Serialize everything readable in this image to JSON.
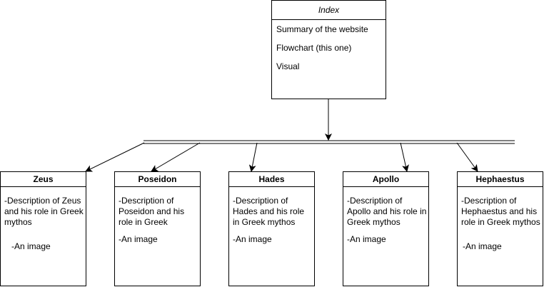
{
  "index": {
    "title": "Index",
    "items": [
      "Summary of the website",
      "Flowchart (this one)",
      "Visual"
    ]
  },
  "cards": [
    {
      "title": "Zeus",
      "description": "-Description of Zeus and his role in Greek mythos",
      "image": "-An image"
    },
    {
      "title": "Poseidon",
      "description": "-Description of Poseidon and his role in Greek",
      "image": "-An image"
    },
    {
      "title": "Hades",
      "description": "-Description of Hades and his role in Greek mythos",
      "image": "-An image"
    },
    {
      "title": "Apollo",
      "description": "-Description of Apollo and his role in Greek mythos",
      "image": "-An image"
    },
    {
      "title": "Hephaestus",
      "description": "-Description of Hephaestus and his role in Greek mythos",
      "image": "-An image"
    }
  ]
}
